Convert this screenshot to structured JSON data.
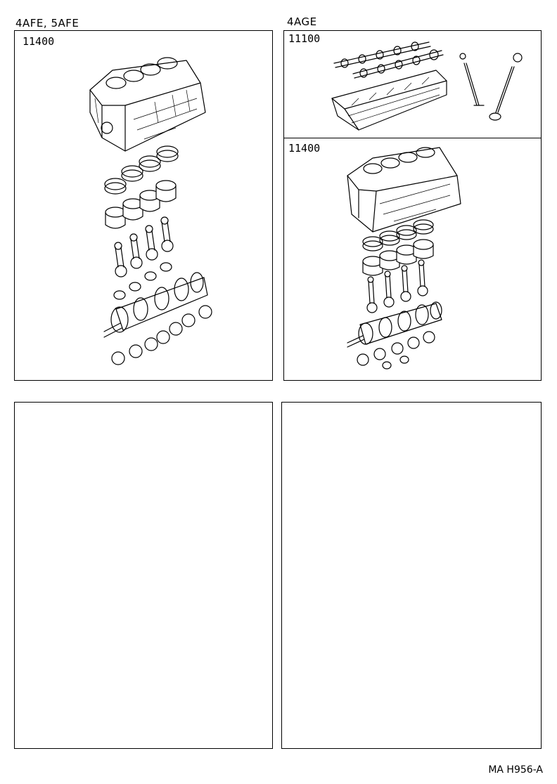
{
  "headings": {
    "left_engine": "4AFE, 5AFE",
    "right_engine": "4AGE"
  },
  "panels": {
    "left_top_code": "11400",
    "right_top_a_code": "11100",
    "right_top_b_code": "11400"
  },
  "footer": {
    "ref": "MA H956-A"
  },
  "icons": [
    "engine-block-icon",
    "piston-ring-set-icon",
    "piston-set-icon",
    "connecting-rod-set-icon",
    "bearing-set-icon",
    "crankshaft-icon",
    "cylinder-head-icon",
    "camshaft-icon",
    "valve-icon"
  ]
}
